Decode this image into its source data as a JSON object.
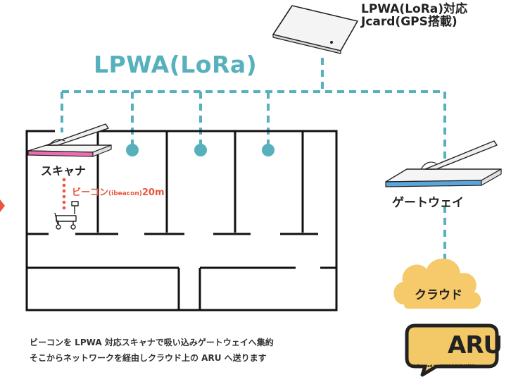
{
  "card": {
    "line1": "LPWA(LoRa)対応",
    "line2": "Jcard(GPS搭載)"
  },
  "network": {
    "label": "LPWA(LoRa)"
  },
  "scanner": {
    "label": "スキャナ"
  },
  "beacon": {
    "label_main": "ビーコン",
    "label_small": "(ibeacon)",
    "label_range": "20m"
  },
  "gateway": {
    "label": "ゲートウェイ"
  },
  "cloud": {
    "label": "クラウド"
  },
  "aru_logo": {
    "text": "ARU",
    "credit": "Created by HANAOKASHARYO"
  },
  "caption": {
    "line1": "ビーコンを LPWA 対応スキャナで吸い込みゲートウェイへ集約",
    "line2": "そこからネットワークを経由しクラウド上の ARU へ送ります"
  },
  "colors": {
    "network": "#56b1bd",
    "beacon": "#e8573e",
    "scanner_pad": "#e96fae",
    "gateway_pad": "#5aa6dc",
    "cloud": "#f6c96a",
    "wall": "#111111"
  }
}
